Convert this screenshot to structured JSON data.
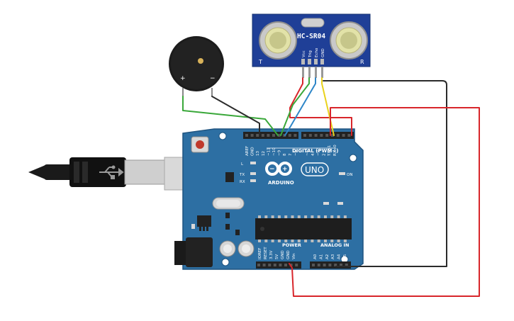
{
  "sensor": {
    "model": "HC-SR04",
    "pin_labels": [
      "Vcc",
      "Trig",
      "Echo",
      "GND"
    ],
    "left_mark": "T",
    "right_mark": "R"
  },
  "buzzer": {
    "plus": "+",
    "minus": "−"
  },
  "board": {
    "logo_text": "ARDUINO",
    "uno_text": "UNO",
    "digital_label": "DIGITAL (PWM~)",
    "analog_label": "ANALOG IN",
    "power_label": "POWER",
    "on_label": "ON",
    "l_label": "L",
    "tx_label": "TX",
    "rx_label": "RX",
    "top_pin_labels": [
      "AREF",
      "GND",
      "13",
      "12",
      "~11",
      "~10",
      "~9",
      "8",
      "7",
      "~6",
      "~5",
      "4",
      "~3",
      "2",
      "TX→1",
      "RX←0"
    ],
    "power_pin_labels": [
      "IOREF",
      "RESET",
      "3.3V",
      "5V",
      "GND",
      "GND",
      "Vin"
    ],
    "analog_pin_labels": [
      "A0",
      "A1",
      "A2",
      "A3",
      "A4",
      "A5"
    ]
  },
  "colors": {
    "board": "#2d6fa3",
    "board_dark": "#1f5480",
    "sensor": "#1f3f97",
    "wire_red": "#d8262b",
    "wire_black": "#2b2b2b",
    "wire_green": "#3aa83a",
    "wire_blue": "#2e86c8",
    "wire_yellow": "#e9d21c"
  }
}
